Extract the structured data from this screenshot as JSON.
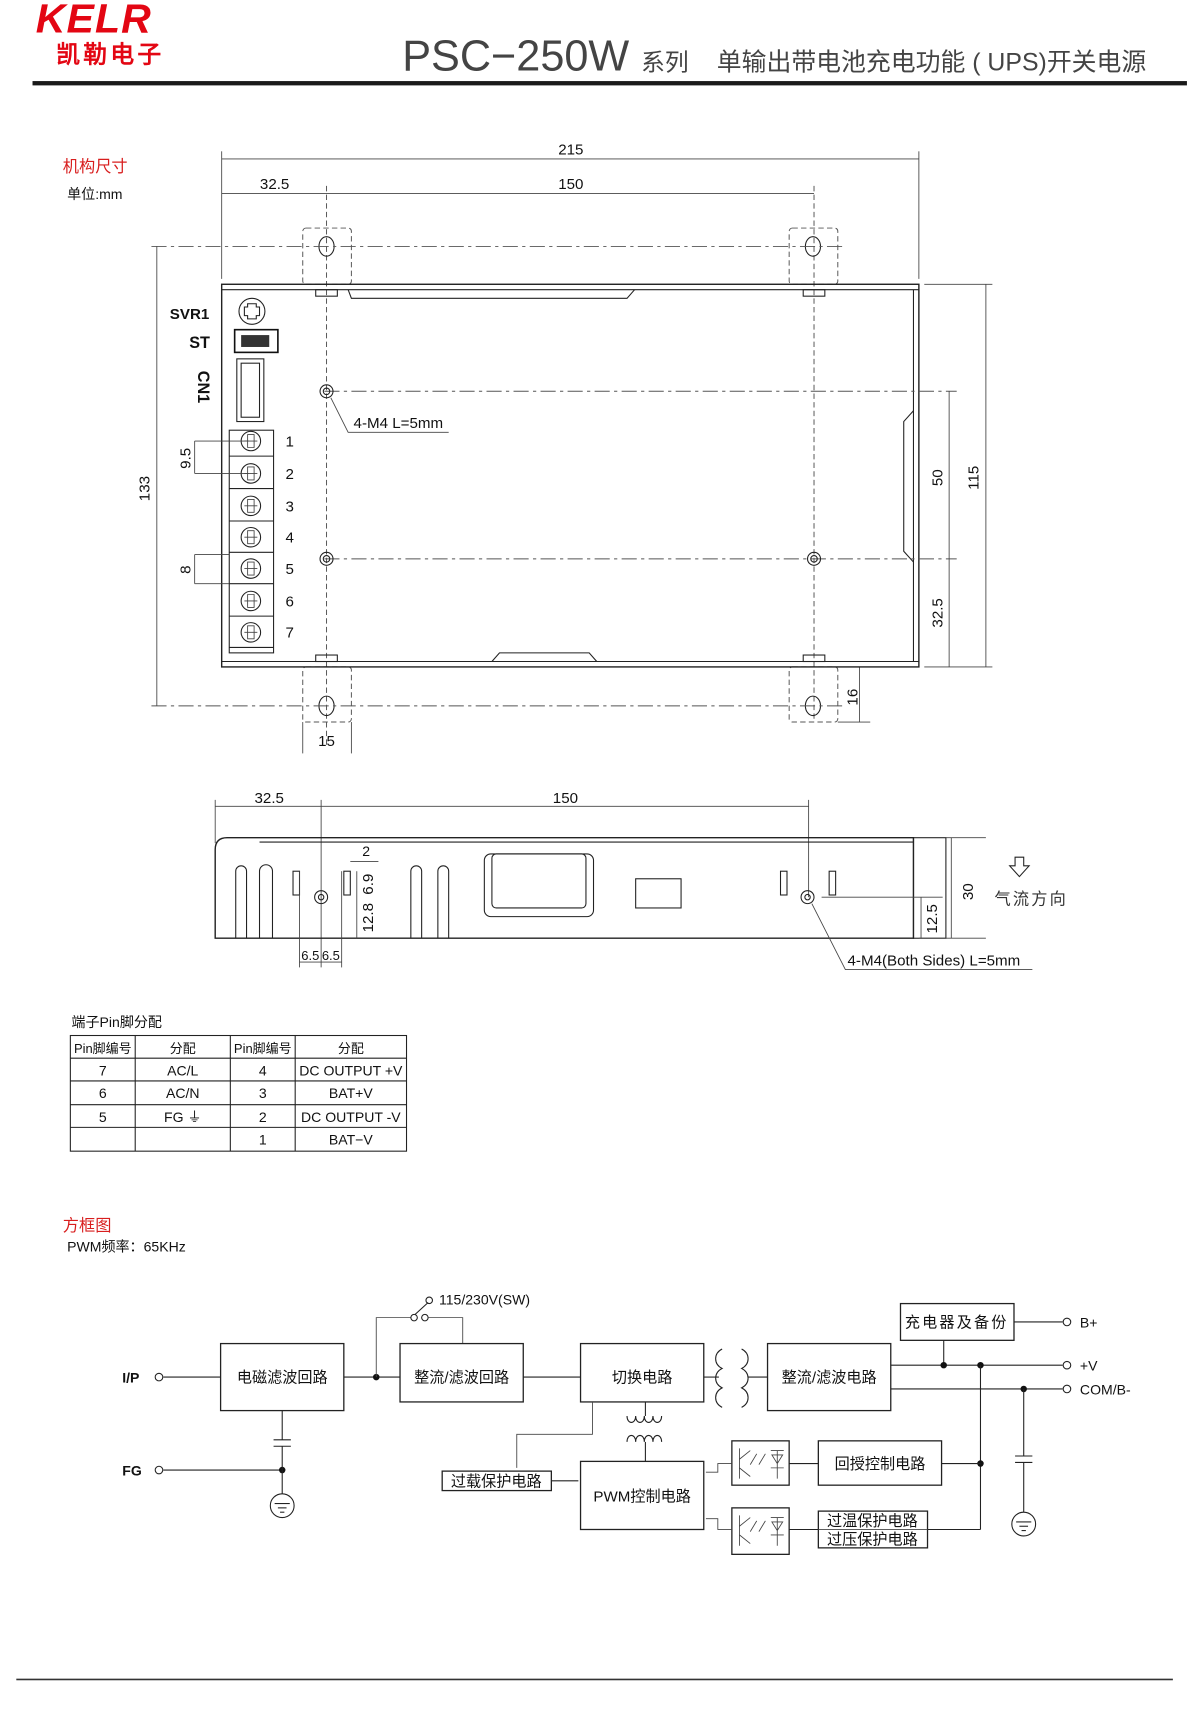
{
  "header": {
    "logo_text": "KELR",
    "logo_cn": "凯勒电子",
    "model": "PSC−250W",
    "series": "系列",
    "subtitle": "单输出带电池充电功能 ( UPS)开关电源",
    "brand_color": "#e30613"
  },
  "mechanical": {
    "title": "机构尺寸",
    "unit": "单位:mm",
    "dim_215": "215",
    "dim_32_5": "32.5",
    "dim_150": "150",
    "dim_133": "133",
    "dim_115": "115",
    "dim_50": "50",
    "dim_32_5_right": "32.5",
    "dim_16": "16",
    "dim_15": "15",
    "dim_9_5": "9.5",
    "dim_8": "8",
    "svr1": "SVR1",
    "st": "ST",
    "cn1": "CN1",
    "pins": [
      "1",
      "2",
      "3",
      "4",
      "5",
      "6",
      "7"
    ],
    "mount_note": "4-M4 L=5mm"
  },
  "side_view": {
    "dim_32_5": "32.5",
    "dim_150": "150",
    "dim_2": "2",
    "dim_6_9": "6.9",
    "dim_12_8": "12.8",
    "dim_6_5a": "6.5",
    "dim_6_5b": "6.5",
    "dim_30": "30",
    "dim_12_5": "12.5",
    "airflow": "气流方向",
    "mount_note": "4-M4(Both Sides) L=5mm"
  },
  "pin_table": {
    "title": "端子Pin脚分配",
    "headers": [
      "Pin脚编号",
      "分配",
      "Pin脚编号",
      "分配"
    ],
    "rows": [
      [
        "7",
        "AC/L",
        "4",
        "DC OUTPUT +V"
      ],
      [
        "6",
        "AC/N",
        "3",
        "BAT+V"
      ],
      [
        "5",
        "FG ⏚",
        "2",
        "DC OUTPUT -V"
      ],
      [
        "",
        "",
        "1",
        "BAT−V"
      ]
    ]
  },
  "block_diagram": {
    "title": "方框图",
    "pwm_freq": "PWM频率：65KHz",
    "ip": "I/P",
    "fg": "FG",
    "switch_label": "115/230V(SW)",
    "emi": "电磁滤波回路",
    "rect1": "整流/滤波回路",
    "switching": "切换电路",
    "rect2": "整流/滤波电路",
    "charger": "充电器及备份",
    "pwm": "PWM控制电路",
    "olp": "过载保护电路",
    "feedback": "回授控制电路",
    "otp": "过温保护电路",
    "ovp": "过压保护电路",
    "out_bplus": "B+",
    "out_v": "+V",
    "out_com": "COM/B-"
  }
}
